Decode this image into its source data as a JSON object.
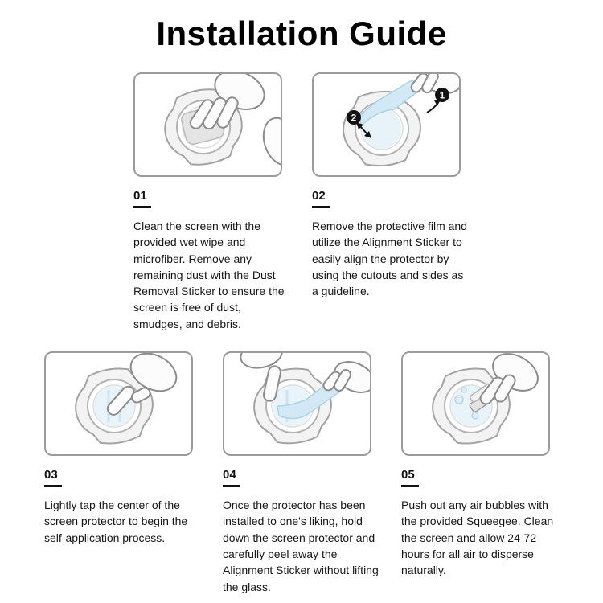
{
  "page": {
    "title": "Installation Guide"
  },
  "steps": [
    {
      "number": "01",
      "text": "Clean the screen with the provided wet wipe and microfiber. Remove any remaining dust with the Dust Removal Sticker to ensure the screen is free of dust, smudges, and debris."
    },
    {
      "number": "02",
      "text": "Remove the protective film and utilize the Alignment Sticker to easily align the protector by using the cutouts and sides as a guideline."
    },
    {
      "number": "03",
      "text": "Lightly tap the center of the screen protector to begin the self-application process."
    },
    {
      "number": "04",
      "text": "Once the protector has been installed to one's liking, hold down the screen protector and carefully peel away the Alignment Sticker without lifting the glass."
    },
    {
      "number": "05",
      "text": "Push out any air bubbles with the provided Squeegee. Clean the screen and allow 24-72 hours for all air to disperse naturally."
    }
  ],
  "figure_badges": {
    "step2_badge_1": "1",
    "step2_badge_2": "2"
  },
  "colors": {
    "text": "#111111",
    "frame_border": "#9b9b9b",
    "film_blue": "#d2e9f5",
    "film_tint": "#e9f3fa",
    "badge_black": "#111111"
  }
}
